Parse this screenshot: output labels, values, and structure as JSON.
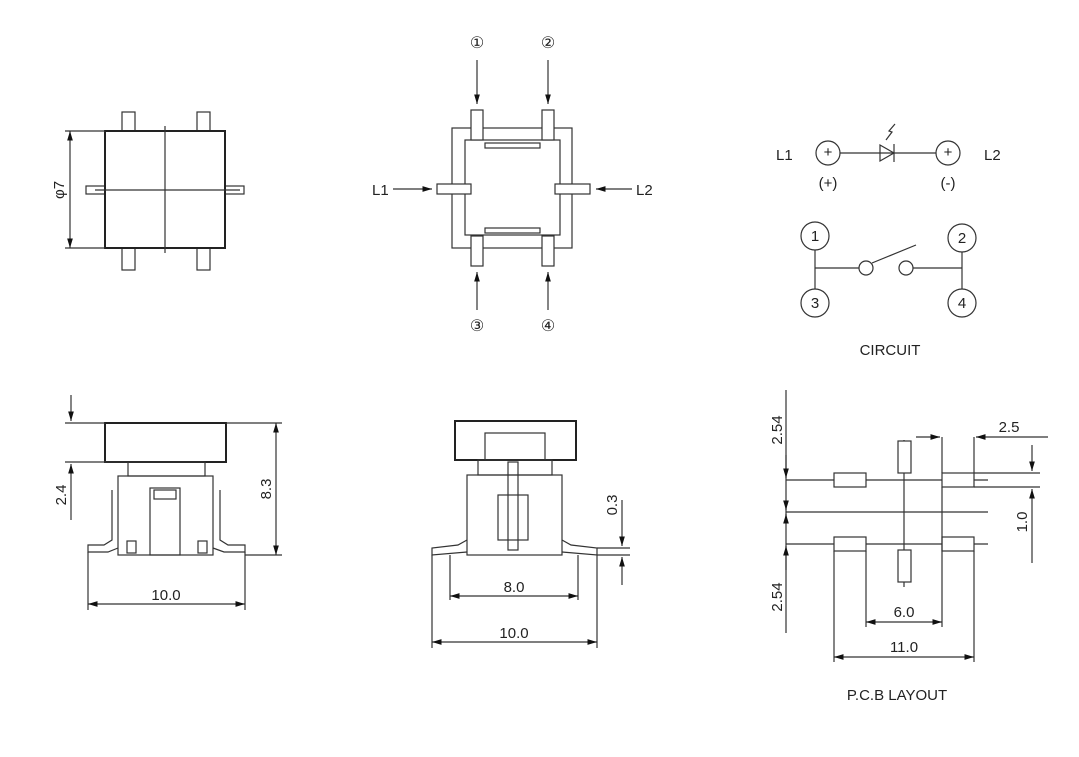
{
  "top_view": {
    "diameter_label": "φ7"
  },
  "pin_view": {
    "pins": [
      "①",
      "②",
      "③",
      "④"
    ],
    "led_left": "L1",
    "led_right": "L2"
  },
  "circuit": {
    "led_left": "L1",
    "led_right": "L2",
    "plus_symbol": "+",
    "anode": "(+)",
    "cathode": "(-)",
    "pins": [
      "1",
      "2",
      "3",
      "4"
    ],
    "caption": "CIRCUIT"
  },
  "side_view": {
    "stem_height": "2.4",
    "total_height": "8.3",
    "width": "10.0"
  },
  "front_view": {
    "body_width": "8.0",
    "total_width": "10.0",
    "lead_thickness": "0.3"
  },
  "pcb_layout": {
    "pitch_top": "2.54",
    "pad_width": "2.5",
    "pad_height": "1.0",
    "pitch_bottom": "2.54",
    "inner_spacing": "6.0",
    "outer_spacing": "11.0",
    "caption": "P.C.B LAYOUT"
  }
}
